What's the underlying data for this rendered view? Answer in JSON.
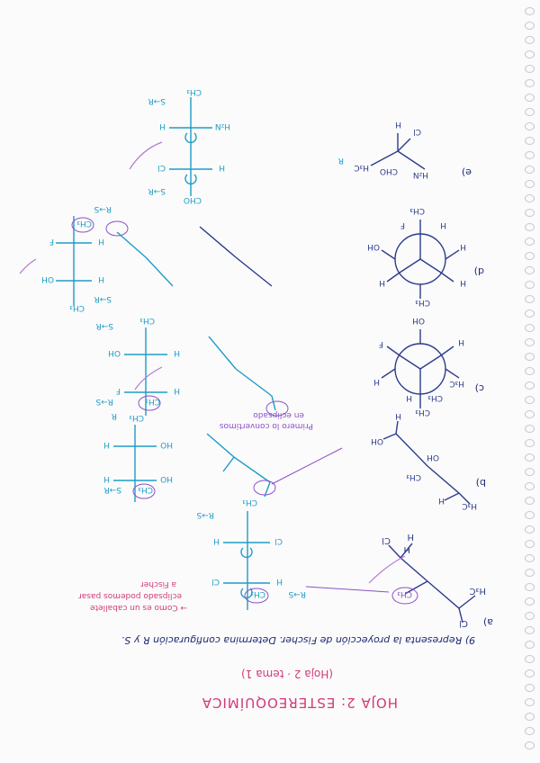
{
  "header": {
    "title": "HOJA 2: ESTEREOQUÍMICA",
    "subtitle": "(Hoja 2 · tema 1)"
  },
  "exercise": {
    "statement": "9) Representa la proyección de Fischer. Determina configuración R y S."
  },
  "notes": {
    "eclipsed_hint_line1": "Primero lo convertimos",
    "eclipsed_hint_line2": "en eclipsado",
    "fischer_hint_line1": "→ Como es un caballete",
    "fischer_hint_line2": "eclipsado podemos pasar",
    "fischer_hint_line3": "a Fischer"
  },
  "problems": [
    {
      "number": "a)",
      "sawhorse_labels": [
        "H₃C",
        "Cl",
        "H",
        "Cl",
        "H",
        "CH₃"
      ],
      "fischer_labels": [
        "CH₃",
        "H",
        "Cl",
        "Cl",
        "H",
        "CH₃"
      ],
      "configs": [
        "R→S",
        "R→S"
      ]
    },
    {
      "number": "b)",
      "sawhorse_labels": [
        "H₃C",
        "H",
        "OH",
        "OH",
        "H",
        "CH₃"
      ],
      "fischer_labels": [
        "CH₃",
        "HO",
        "H",
        "HO",
        "H",
        "CH₃"
      ],
      "configs": [
        "S→R",
        "R"
      ]
    },
    {
      "number": "c)",
      "newman_labels": [
        "H₃C",
        "CH₃",
        "F",
        "H",
        "H",
        "OH",
        "CH₃",
        "H"
      ],
      "fischer_labels": [
        "CH₃",
        "H",
        "F",
        "H",
        "OH",
        "CH₃"
      ],
      "configs": [
        "R→S",
        "S→R"
      ]
    },
    {
      "number": "d)",
      "newman_labels": [
        "CH₃",
        "H",
        "H",
        "OH",
        "H",
        "H",
        "CH₃",
        "F"
      ],
      "fischer_labels": [
        "CH₃",
        "H",
        "OH",
        "H",
        "F",
        "CH₃"
      ],
      "configs": [
        "S→R",
        "R→S"
      ]
    },
    {
      "number": "e)",
      "wedge_labels": [
        "CHO",
        "H₂N",
        "H",
        "Cl",
        "H₃C"
      ],
      "fischer_labels": [
        "CHO",
        "H",
        "Cl",
        "H₂N",
        "H",
        "CH₃"
      ],
      "configs": [
        "R",
        "S→R",
        "S→R"
      ]
    }
  ]
}
